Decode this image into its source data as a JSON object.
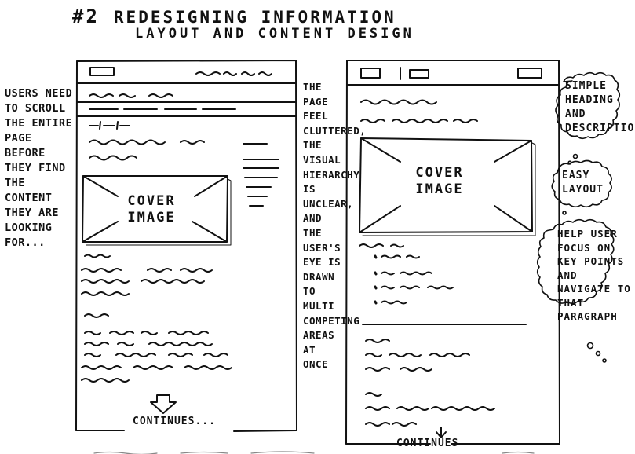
{
  "title": {
    "number": "#2",
    "line1": "REDESIGNING INFORMATION",
    "line2": "LAYOUT AND CONTENT DESIGN"
  },
  "left_note": "USERS NEED TO SCROLL THE ENTIRE PAGE BEFORE THEY FIND THE CONTENT THEY ARE LOOKING FOR...",
  "middle_note": "THE PAGE FEEL CLUTTERED, THE VISUAL HIERARCHY IS UNCLEAR, AND THE USER'S EYE IS DRAWN TO MULTI COMPETING AREAS AT ONCE",
  "left_sketch": {
    "cover_label": "COVER IMAGE",
    "continues": "CONTINUES..."
  },
  "right_sketch": {
    "cover_label": "COVER IMAGE",
    "continues": "CONTINUES"
  },
  "clouds": [
    "SIMPLE HEADING AND DESCRIPTION",
    "EASY LAYOUT",
    "HELP USER FOCUS ON KEY POINTS AND NAVIGATE TO THAT PARAGRAPH"
  ]
}
